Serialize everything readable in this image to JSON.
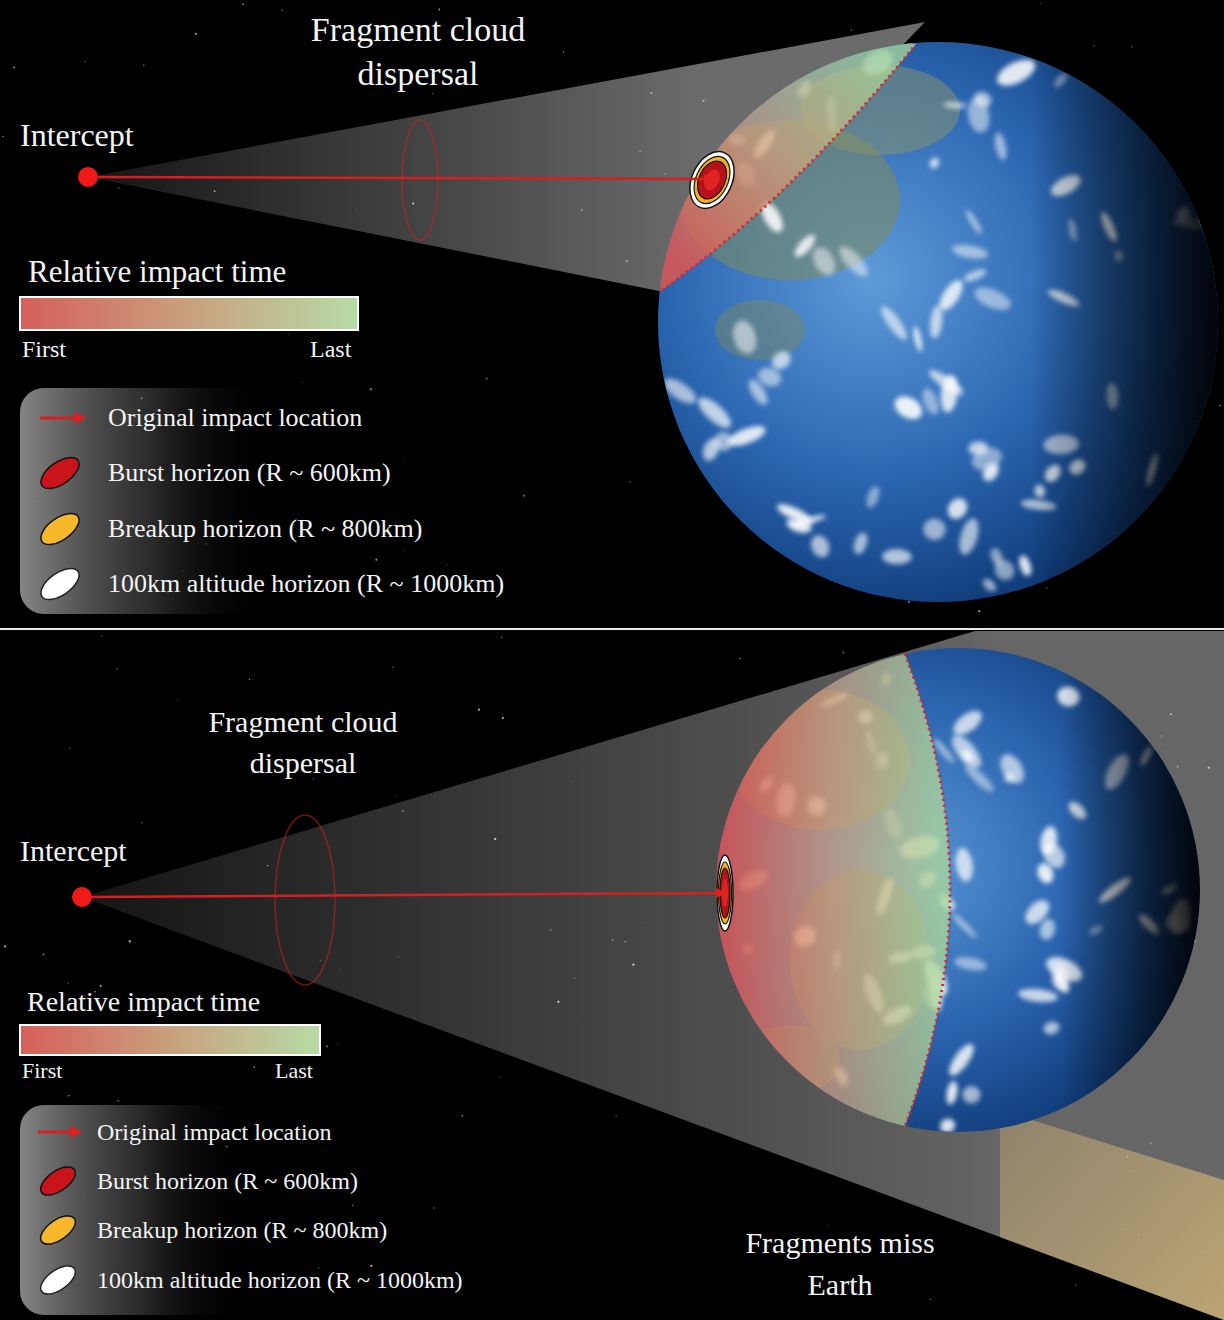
{
  "diagram": {
    "labels": [
      "Fragment cloud dispersal",
      "Intercept",
      "Relative impact time",
      "First",
      "Last",
      "Fragment cloud dispersal",
      "Intercept",
      "Relative impact time",
      "First",
      "Last",
      "Fragments miss Earth"
    ],
    "legend": [
      {
        "text": "Original impact location"
      },
      {
        "text": "Burst horizon (R ~ 600km)"
      },
      {
        "text": "Breakup horizon (R ~ 800km)"
      },
      {
        "text": "100km altitude horizon (R ~ 1000km)"
      },
      {
        "text": "Original impact location"
      },
      {
        "text": "Burst horizon (R ~ 600km)"
      },
      {
        "text": "Breakup horizon (R ~ 800km)"
      },
      {
        "text": "100km altitude horizon (R ~ 1000km)"
      }
    ]
  }
}
